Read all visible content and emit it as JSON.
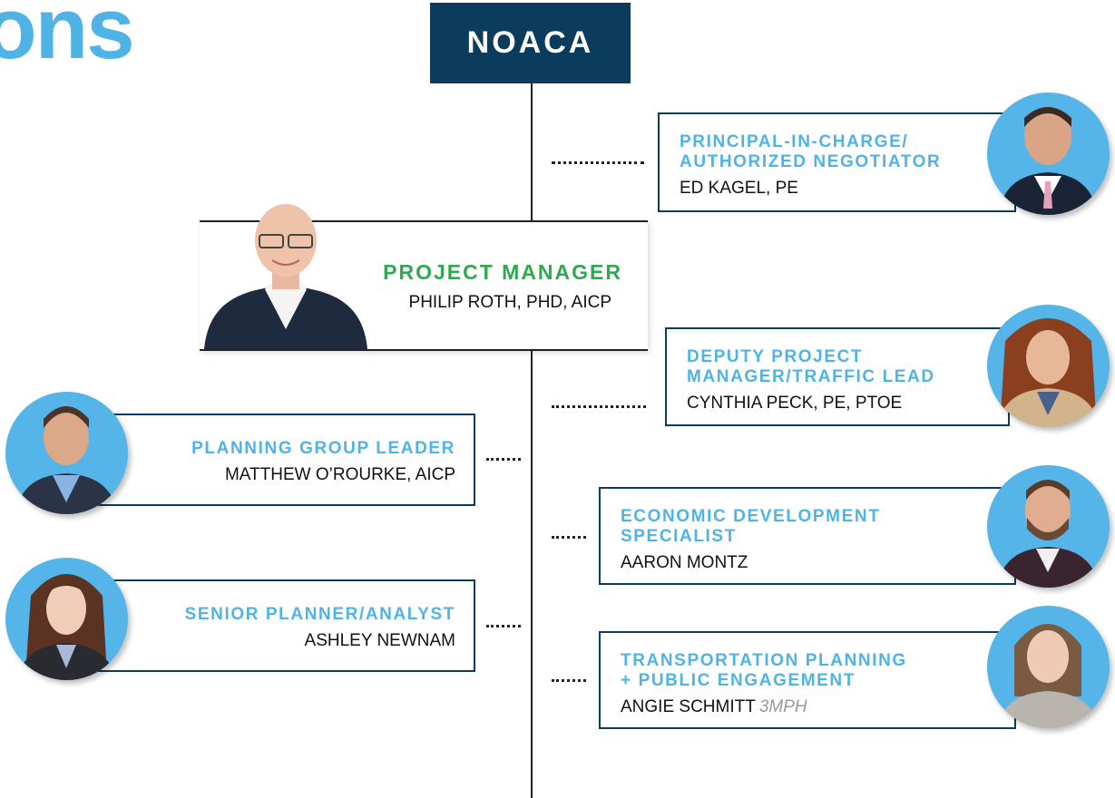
{
  "heading_fragment": "ons",
  "top": {
    "label": "NOACA"
  },
  "project_manager": {
    "role": "PROJECT MANAGER",
    "name": "PHILIP ROTH, PHD, AICP"
  },
  "cards": [
    {
      "id": "principal",
      "role_lines": [
        "PRINCIPAL-IN-CHARGE/",
        "AUTHORIZED NEGOTIATOR"
      ],
      "name": "ED KAGEL, PE"
    },
    {
      "id": "deputy",
      "role_lines": [
        "DEPUTY PROJECT",
        "MANAGER/TRAFFIC LEAD"
      ],
      "name": "CYNTHIA PECK, PE, PTOE"
    },
    {
      "id": "planning-lead",
      "role_lines": [
        "PLANNING GROUP LEADER"
      ],
      "name": "MATTHEW O’ROURKE, AICP"
    },
    {
      "id": "econ",
      "role_lines": [
        "ECONOMIC DEVELOPMENT",
        "SPECIALIST"
      ],
      "name": "AARON MONTZ"
    },
    {
      "id": "senior",
      "role_lines": [
        "SENIOR PLANNER/ANALYST"
      ],
      "name": "ASHLEY NEWNAM"
    },
    {
      "id": "transport",
      "role_lines": [
        "TRANSPORTATION PLANNING",
        "+ PUBLIC ENGAGEMENT"
      ],
      "name": "ANGIE SCHMITT",
      "org": "3MPH"
    }
  ],
  "colors": {
    "navy": "#0b3c5d",
    "sky": "#4fb3e6",
    "green": "#2eaa4e"
  }
}
